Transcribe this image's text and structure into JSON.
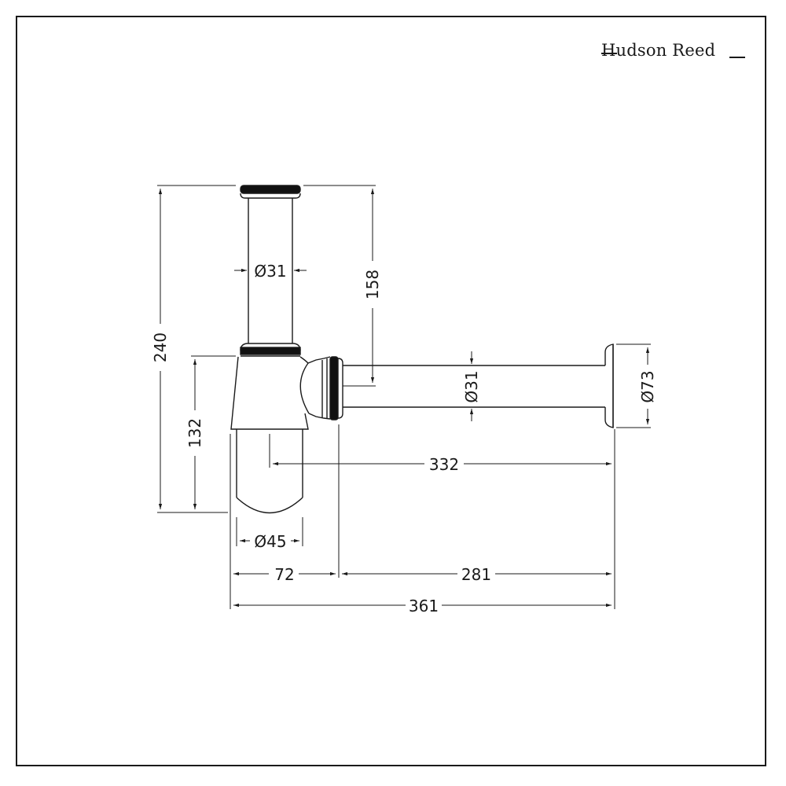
{
  "brand": {
    "name": "Hudson Reed"
  },
  "drawing": {
    "subject": "bottle-trap",
    "units": "mm",
    "colors": {
      "line": "#1a1a1a",
      "background": "#ffffff"
    }
  },
  "dimensions": {
    "top_pipe_diameter": "Ø31",
    "outlet_pipe_diameter": "Ø31",
    "wall_flange_diameter": "Ø73",
    "bottle_diameter": "Ø45",
    "total_height": "240",
    "inlet_to_outlet_height": "158",
    "bottle_height": "132",
    "bottle_center_to_wall": "332",
    "bottle_width_offset": "72",
    "outlet_length": "281",
    "total_width": "361"
  }
}
